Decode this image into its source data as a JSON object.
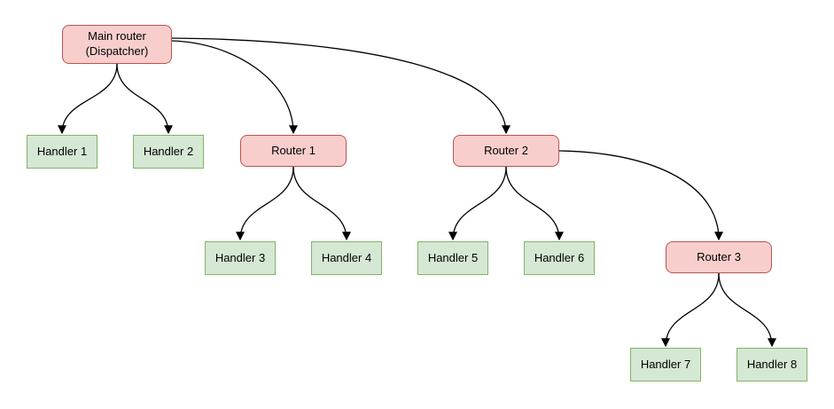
{
  "colors": {
    "router_fill": "#f8cecc",
    "router_stroke": "#b85450",
    "handler_fill": "#d5e8d4",
    "handler_stroke": "#82b366",
    "edge": "#000000",
    "text": "#000000",
    "background": "#ffffff"
  },
  "nodes": {
    "main": {
      "label": "Main router\n(Dispatcher)",
      "type": "router"
    },
    "router1": {
      "label": "Router 1",
      "type": "router"
    },
    "router2": {
      "label": "Router 2",
      "type": "router"
    },
    "router3": {
      "label": "Router 3",
      "type": "router"
    },
    "handler1": {
      "label": "Handler 1",
      "type": "handler"
    },
    "handler2": {
      "label": "Handler 2",
      "type": "handler"
    },
    "handler3": {
      "label": "Handler 3",
      "type": "handler"
    },
    "handler4": {
      "label": "Handler 4",
      "type": "handler"
    },
    "handler5": {
      "label": "Handler 5",
      "type": "handler"
    },
    "handler6": {
      "label": "Handler 6",
      "type": "handler"
    },
    "handler7": {
      "label": "Handler 7",
      "type": "handler"
    },
    "handler8": {
      "label": "Handler 8",
      "type": "handler"
    }
  },
  "edges": [
    {
      "from": "main",
      "to": "handler1"
    },
    {
      "from": "main",
      "to": "handler2"
    },
    {
      "from": "main",
      "to": "router1"
    },
    {
      "from": "main",
      "to": "router2"
    },
    {
      "from": "router1",
      "to": "handler3"
    },
    {
      "from": "router1",
      "to": "handler4"
    },
    {
      "from": "router2",
      "to": "handler5"
    },
    {
      "from": "router2",
      "to": "handler6"
    },
    {
      "from": "router2",
      "to": "router3"
    },
    {
      "from": "router3",
      "to": "handler7"
    },
    {
      "from": "router3",
      "to": "handler8"
    }
  ]
}
